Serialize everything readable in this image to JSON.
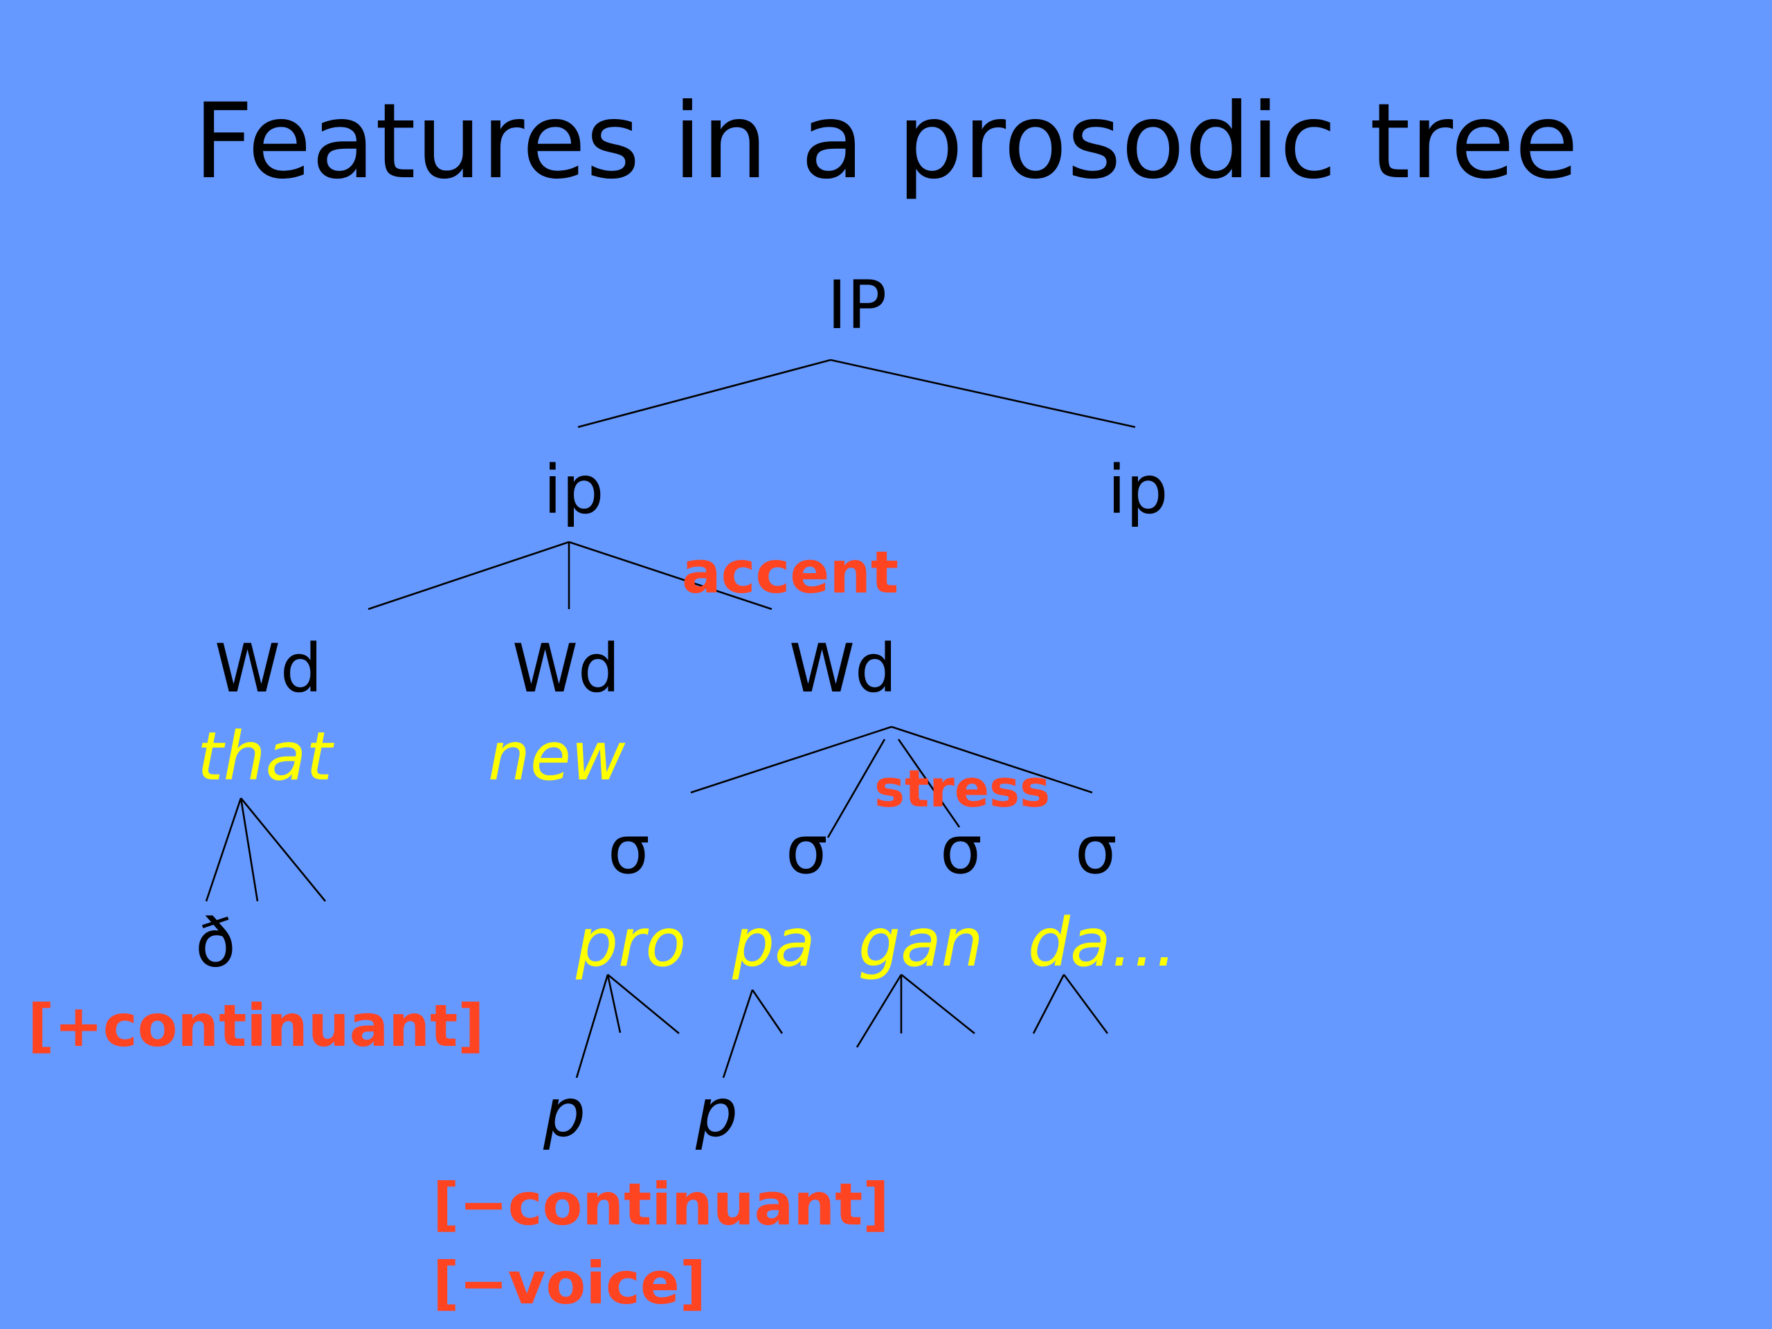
{
  "slide": {
    "title": "Features in a prosodic tree",
    "colors": {
      "background": "#6699ff",
      "text": "#000000",
      "words": "#ffff00",
      "features": "#ff4422"
    },
    "tree": {
      "ip_root": "IP",
      "ip_left": "ip",
      "ip_right": "ip",
      "wd1": "Wd",
      "wd2": "Wd",
      "wd3": "Wd",
      "syllables": [
        "σ",
        "σ",
        "σ",
        "σ"
      ]
    },
    "words": {
      "that": "that",
      "new": "new",
      "syllable_words": [
        "pro",
        "pa",
        "gan",
        "da…"
      ]
    },
    "segments": {
      "eth": "ð",
      "p1": "p",
      "p2": "p"
    },
    "annotations": {
      "accent": "accent",
      "stress": "stress"
    },
    "features": {
      "plus_continuant": "[+continuant]",
      "minus_continuant": "[−continuant]",
      "minus_voice": "[−voice]"
    }
  }
}
